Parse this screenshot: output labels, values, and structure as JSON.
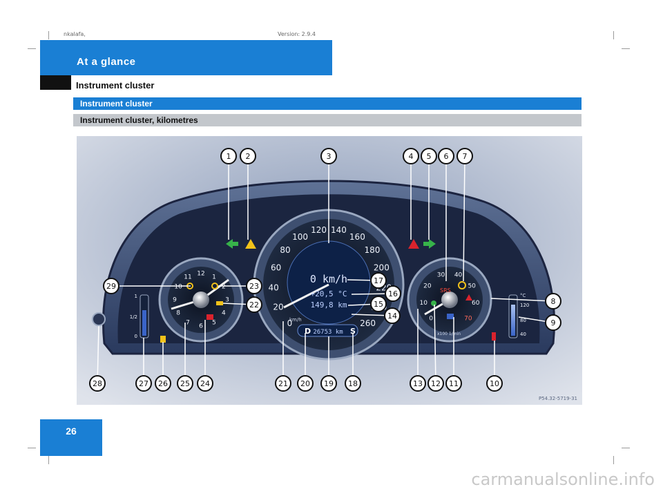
{
  "header": {
    "left_text": "nkalafa,",
    "right_text": "Version: 2.9.4"
  },
  "section": "At a glance",
  "page_heading": "Instrument cluster",
  "bars": {
    "primary": "Instrument cluster",
    "secondary": "Instrument cluster, kilometres"
  },
  "figure": {
    "code": "P54.32-5719-31",
    "callouts": [
      "1",
      "2",
      "3",
      "4",
      "5",
      "6",
      "7",
      "8",
      "9",
      "10",
      "11",
      "12",
      "13",
      "14",
      "15",
      "16",
      "17",
      "18",
      "19",
      "20",
      "21",
      "22",
      "23",
      "24",
      "25",
      "26",
      "27",
      "28",
      "29"
    ],
    "speedo_ticks": [
      "0",
      "20",
      "40",
      "60",
      "80",
      "100",
      "120",
      "140",
      "160",
      "180",
      "200",
      "220",
      "240",
      "260"
    ],
    "speed_unit": "km/h",
    "display": {
      "speed": "0 km/h",
      "temp": "+20,5 °C",
      "trip": "149,8 km",
      "odometer": "26753 km",
      "gear": "D",
      "mode": "S"
    },
    "tacho_ticks": [
      "0",
      "10",
      "20",
      "30",
      "40",
      "50",
      "60",
      "70"
    ],
    "tacho_unit": "x100 1/min",
    "srs_label": "SRS",
    "clock_ticks": [
      "12",
      "1",
      "2",
      "3",
      "4",
      "5",
      "6",
      "7",
      "8",
      "9",
      "10",
      "11"
    ],
    "fuel_ticks": [
      "1",
      "1/2",
      "0"
    ],
    "coolant_unit": "°C",
    "coolant_ticks": [
      "120",
      "80",
      "40"
    ]
  },
  "page_number": "26",
  "watermark": "carmanualsonline.info",
  "colors": {
    "blue": "#1a7fd4",
    "grey_bar": "#c3c7cc",
    "indicator_green": "#37b34a",
    "warning_red": "#d9232d",
    "warning_yellow": "#f2c21a"
  }
}
